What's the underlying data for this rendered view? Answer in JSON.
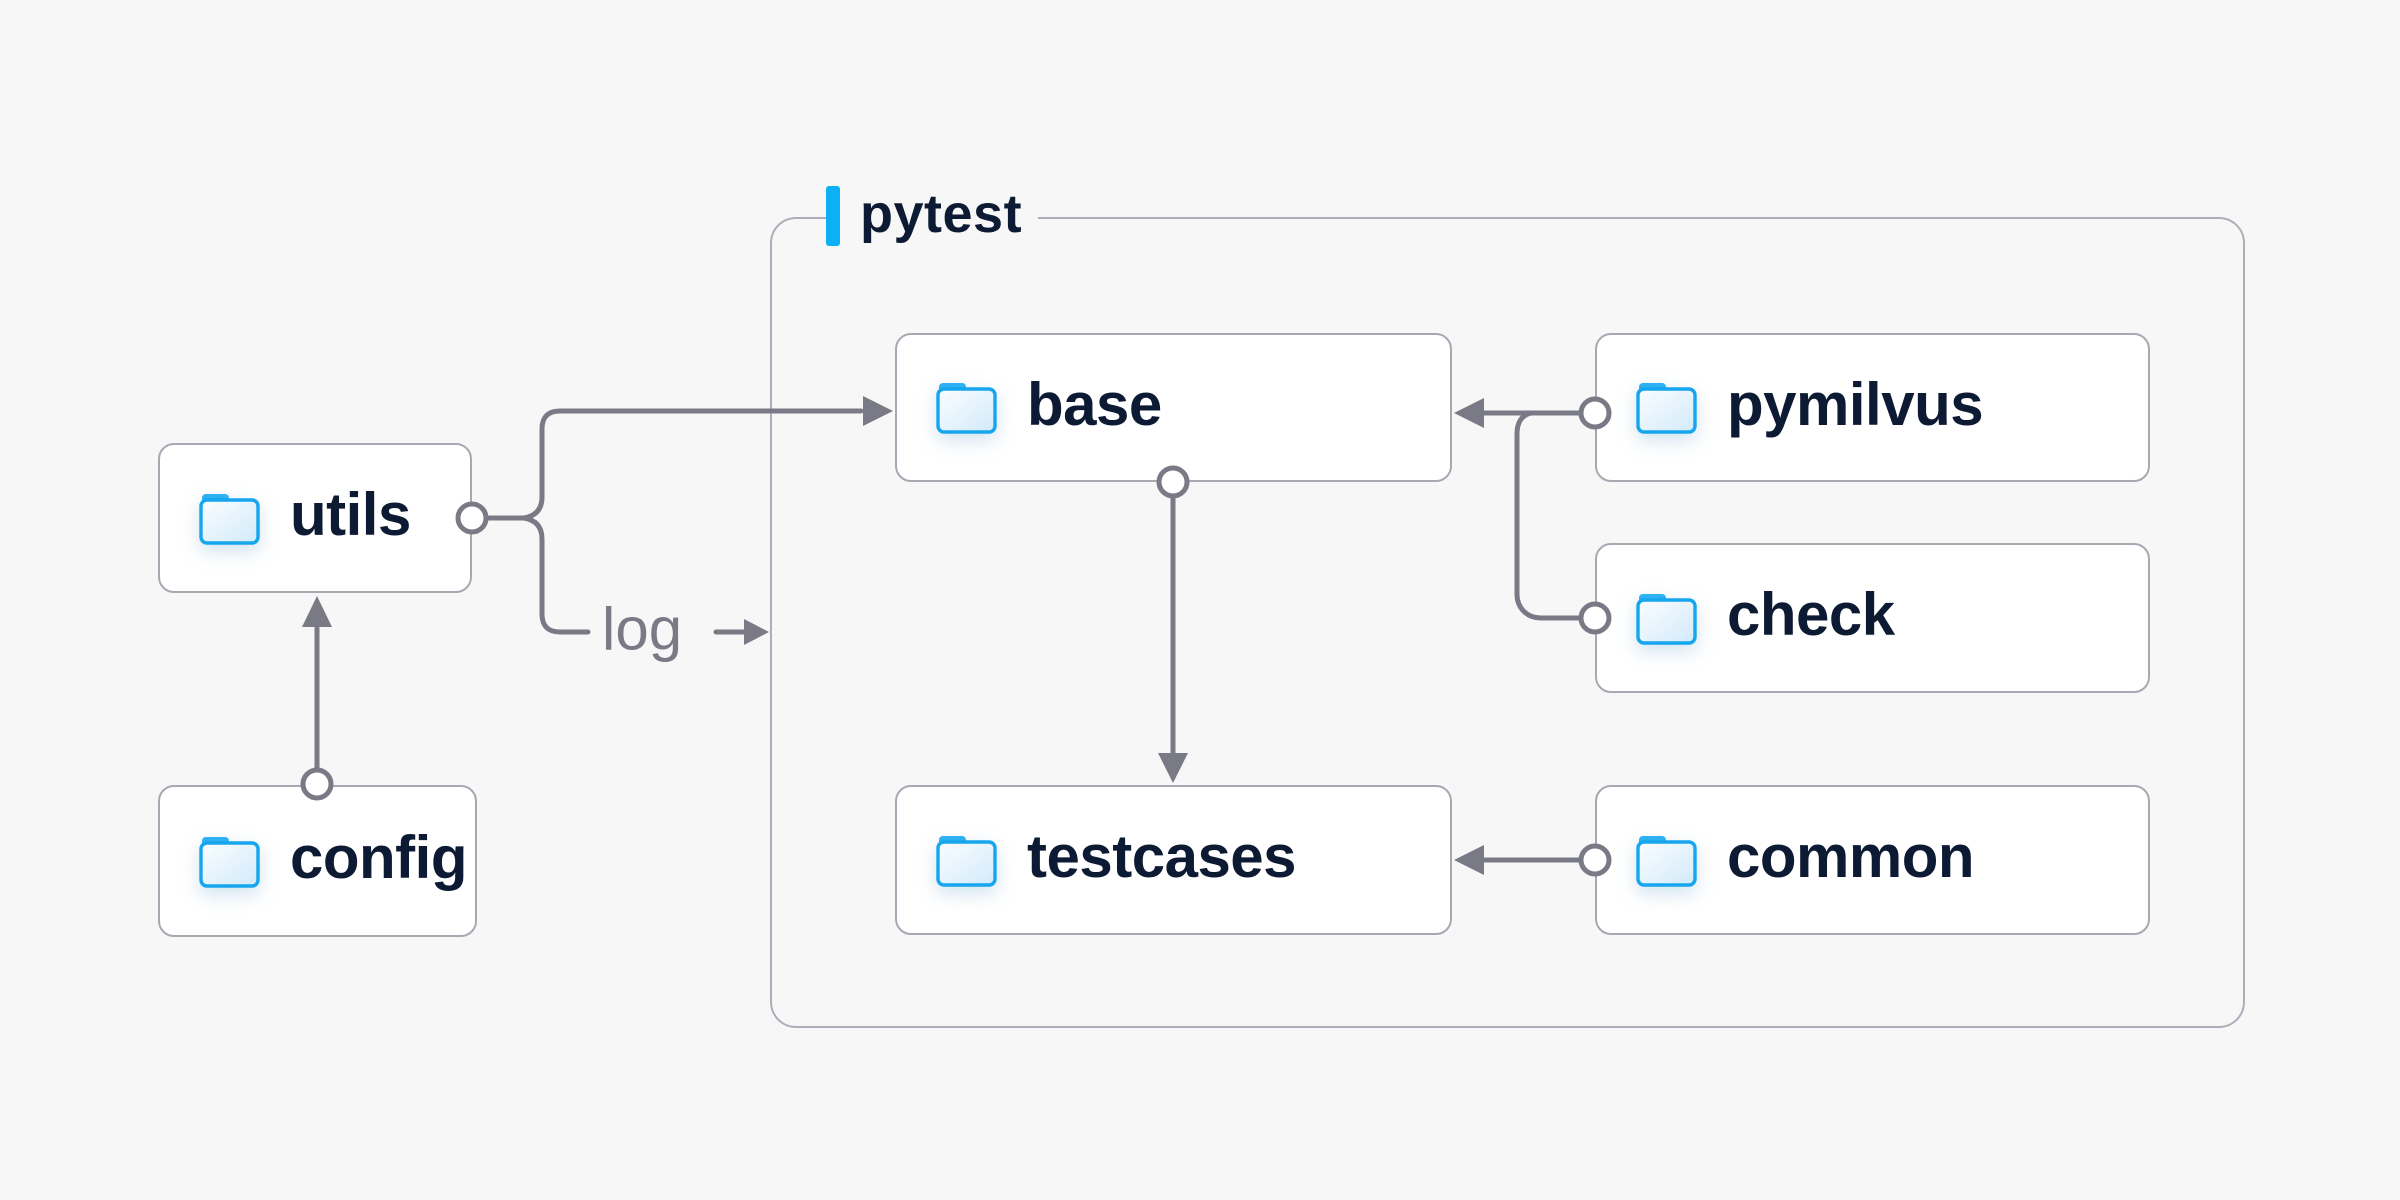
{
  "diagram": {
    "group": {
      "label": "pytest"
    },
    "nodes": {
      "utils": {
        "label": "utils"
      },
      "config": {
        "label": "config"
      },
      "base": {
        "label": "base"
      },
      "pymilvus": {
        "label": "pymilvus"
      },
      "check": {
        "label": "check"
      },
      "testcases": {
        "label": "testcases"
      },
      "common": {
        "label": "common"
      }
    },
    "edges": {
      "log_label": "log",
      "list": [
        {
          "from": "config",
          "to": "utils"
        },
        {
          "from": "utils",
          "to": "base"
        },
        {
          "from": "utils",
          "to": "log",
          "label": "log"
        },
        {
          "from": "base",
          "to": "testcases"
        },
        {
          "from": "pymilvus",
          "to": "base"
        },
        {
          "from": "check",
          "to": "base"
        },
        {
          "from": "common",
          "to": "testcases"
        }
      ]
    },
    "colors": {
      "background": "#f7f7f8",
      "node_fill": "#ffffff",
      "node_border": "#a7a8b2",
      "group_border": "#aeaeba",
      "connector": "#7a7a87",
      "text": "#0d1a33",
      "edge_label_text": "#7a7a87",
      "accent_bar": "#0bb1f4",
      "folder_stroke": "#17a6ee",
      "folder_tab": "#2eb1f2",
      "folder_fill_light": "#fafdff",
      "folder_fill_dark": "#d2eafa"
    }
  }
}
